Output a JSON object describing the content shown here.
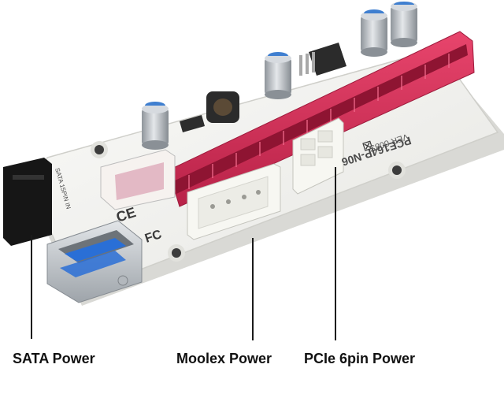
{
  "board": {
    "model_text": "PCE164P-N06",
    "version_text": "VER 008S",
    "sata_port_text": "SATA 15PIN IN"
  },
  "captions": {
    "sata": "SATA Power",
    "molex": "Moolex Power",
    "pcie": "PCIe 6pin Power"
  },
  "colors": {
    "pcb": "#f3f3f1",
    "slot": "#d8325a",
    "usb_metal": "#c9cdd1",
    "usb_blue": "#2a6fd6",
    "connector_white": "#f7f7f2",
    "capacitor": "#b9bec4",
    "capacitor_cap": "#3f7fd0",
    "leader_line": "#1a1a1a"
  }
}
